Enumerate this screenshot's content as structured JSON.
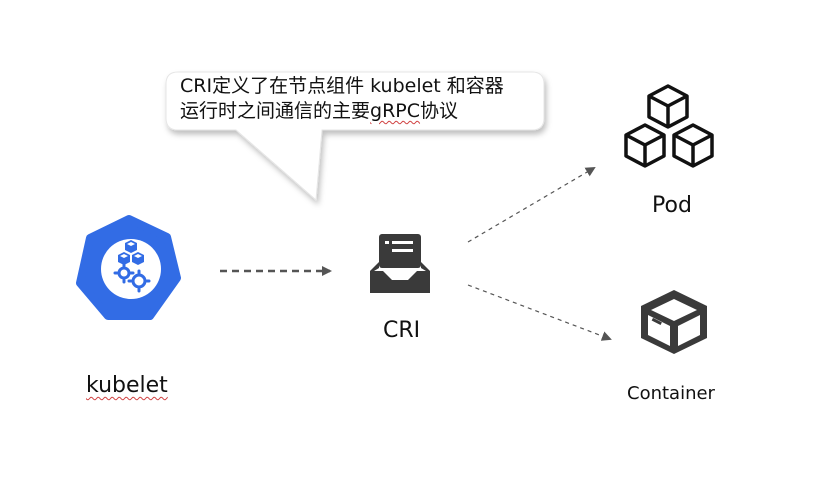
{
  "callout": {
    "line1": "CRI定义了在节点组件 kubelet 和容器",
    "line2_prefix": "运行时之间通信的主要",
    "line2_grpc": "gRPC",
    "line2_suffix": "协议"
  },
  "nodes": {
    "kubelet": "kubelet",
    "cri": "CRI",
    "pod": "Pod",
    "container": "Container"
  },
  "colors": {
    "kubernetes_blue": "#326ce5",
    "icon_dark": "#3a3a3a",
    "arrow": "#555555"
  }
}
